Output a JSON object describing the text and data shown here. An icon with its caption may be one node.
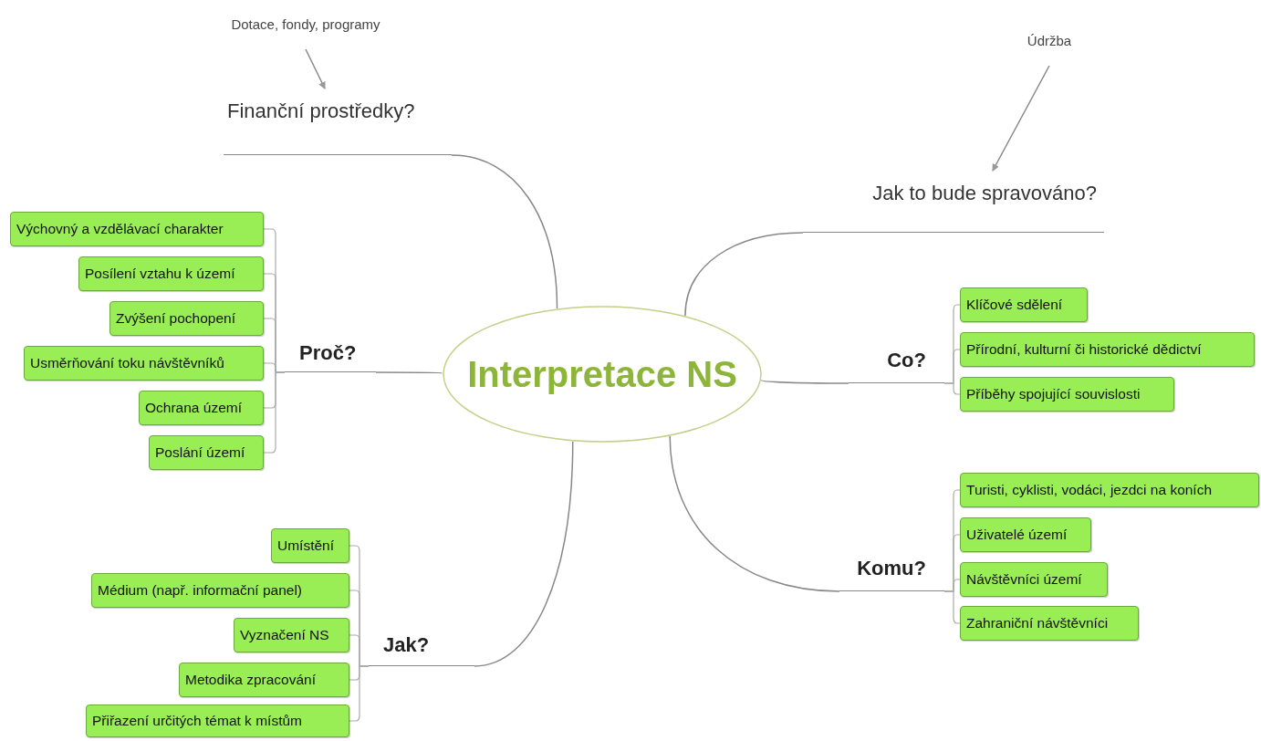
{
  "diagram": {
    "nodes": [
      {
        "text": [
          "Interpretace NS"
        ]
      },
      {
        "text": [
          "Finanční prostředky?"
        ]
      },
      {
        "text": [
          "Dotace, fondy, programy"
        ]
      },
      {
        "text": [
          "Jak to bude spravováno?"
        ]
      },
      {
        "text": [
          "Údržba"
        ]
      },
      {
        "text": [
          "Proč?"
        ]
      },
      {
        "text": [
          "Výchovný a vzdělávací charakter"
        ]
      },
      {
        "text": [
          "Posílení vztahu k území"
        ]
      },
      {
        "text": [
          "Zvýšení pochopení"
        ]
      },
      {
        "text": [
          "Usměrňování toku návštěvníků"
        ]
      },
      {
        "text": [
          "Ochrana území"
        ]
      },
      {
        "text": [
          "Poslání území"
        ]
      },
      {
        "text": [
          "Jak?"
        ]
      },
      {
        "text": [
          "Umístění"
        ]
      },
      {
        "text": [
          "Médium (např. informační panel)"
        ]
      },
      {
        "text": [
          "Vyznačení NS"
        ]
      },
      {
        "text": [
          "Metodika zpracování"
        ]
      },
      {
        "text": [
          "Přiřazení určitých témat k místům"
        ]
      },
      {
        "text": [
          "Co?"
        ]
      },
      {
        "text": [
          "Klíčové sdělení"
        ]
      },
      {
        "text": [
          "Přírodní, kulturní či historické dědictví"
        ]
      },
      {
        "text": [
          "Příběhy spojující souvislosti"
        ]
      },
      {
        "text": [
          "Komu?"
        ]
      },
      {
        "text": [
          "Turisti, cyklisti, vodáci, jezdci na koních"
        ]
      },
      {
        "text": [
          "Uživatelé území"
        ]
      },
      {
        "text": [
          "Návštěvníci území"
        ]
      },
      {
        "text": [
          "Zahraniční návštěvníci"
        ]
      }
    ],
    "edges": [
      {
        "from": 0,
        "to": 1,
        "arrow": "none"
      },
      {
        "from": 2,
        "to": 1,
        "arrow": "to"
      },
      {
        "from": 0,
        "to": 3,
        "arrow": "none"
      },
      {
        "from": 4,
        "to": 3,
        "arrow": "to"
      },
      {
        "from": 0,
        "to": 5,
        "arrow": "none"
      },
      {
        "from": 5,
        "to": 6,
        "arrow": "none"
      },
      {
        "from": 5,
        "to": 7,
        "arrow": "none"
      },
      {
        "from": 5,
        "to": 8,
        "arrow": "none"
      },
      {
        "from": 5,
        "to": 9,
        "arrow": "none"
      },
      {
        "from": 5,
        "to": 10,
        "arrow": "none"
      },
      {
        "from": 5,
        "to": 11,
        "arrow": "none"
      },
      {
        "from": 0,
        "to": 12,
        "arrow": "none"
      },
      {
        "from": 12,
        "to": 13,
        "arrow": "none"
      },
      {
        "from": 12,
        "to": 14,
        "arrow": "none"
      },
      {
        "from": 12,
        "to": 15,
        "arrow": "none"
      },
      {
        "from": 12,
        "to": 16,
        "arrow": "none"
      },
      {
        "from": 12,
        "to": 17,
        "arrow": "none"
      },
      {
        "from": 0,
        "to": 18,
        "arrow": "none"
      },
      {
        "from": 18,
        "to": 19,
        "arrow": "none"
      },
      {
        "from": 18,
        "to": 20,
        "arrow": "none"
      },
      {
        "from": 18,
        "to": 21,
        "arrow": "none"
      },
      {
        "from": 0,
        "to": 22,
        "arrow": "none"
      },
      {
        "from": 22,
        "to": 23,
        "arrow": "none"
      },
      {
        "from": 22,
        "to": 24,
        "arrow": "none"
      },
      {
        "from": 22,
        "to": 25,
        "arrow": "none"
      },
      {
        "from": 22,
        "to": 26,
        "arrow": "none"
      }
    ]
  }
}
